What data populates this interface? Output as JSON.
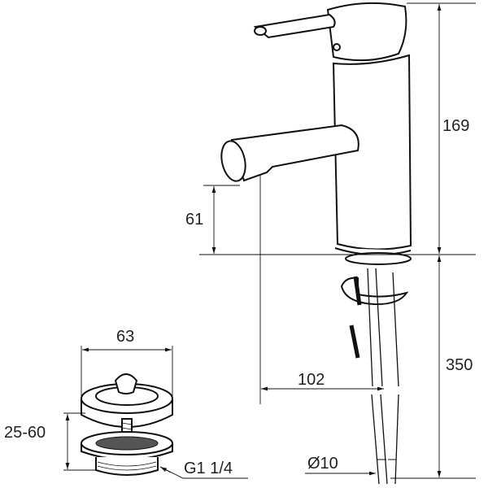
{
  "dimensions": {
    "total_height": "169",
    "spout_height": "61",
    "hose_length": "350",
    "spout_reach": "102",
    "hose_diameter": "Ø10",
    "drain_diameter": "63",
    "drain_range": "25-60",
    "drain_thread": "G1 1/4"
  },
  "colors": {
    "line": "#111111",
    "background": "#ffffff"
  }
}
